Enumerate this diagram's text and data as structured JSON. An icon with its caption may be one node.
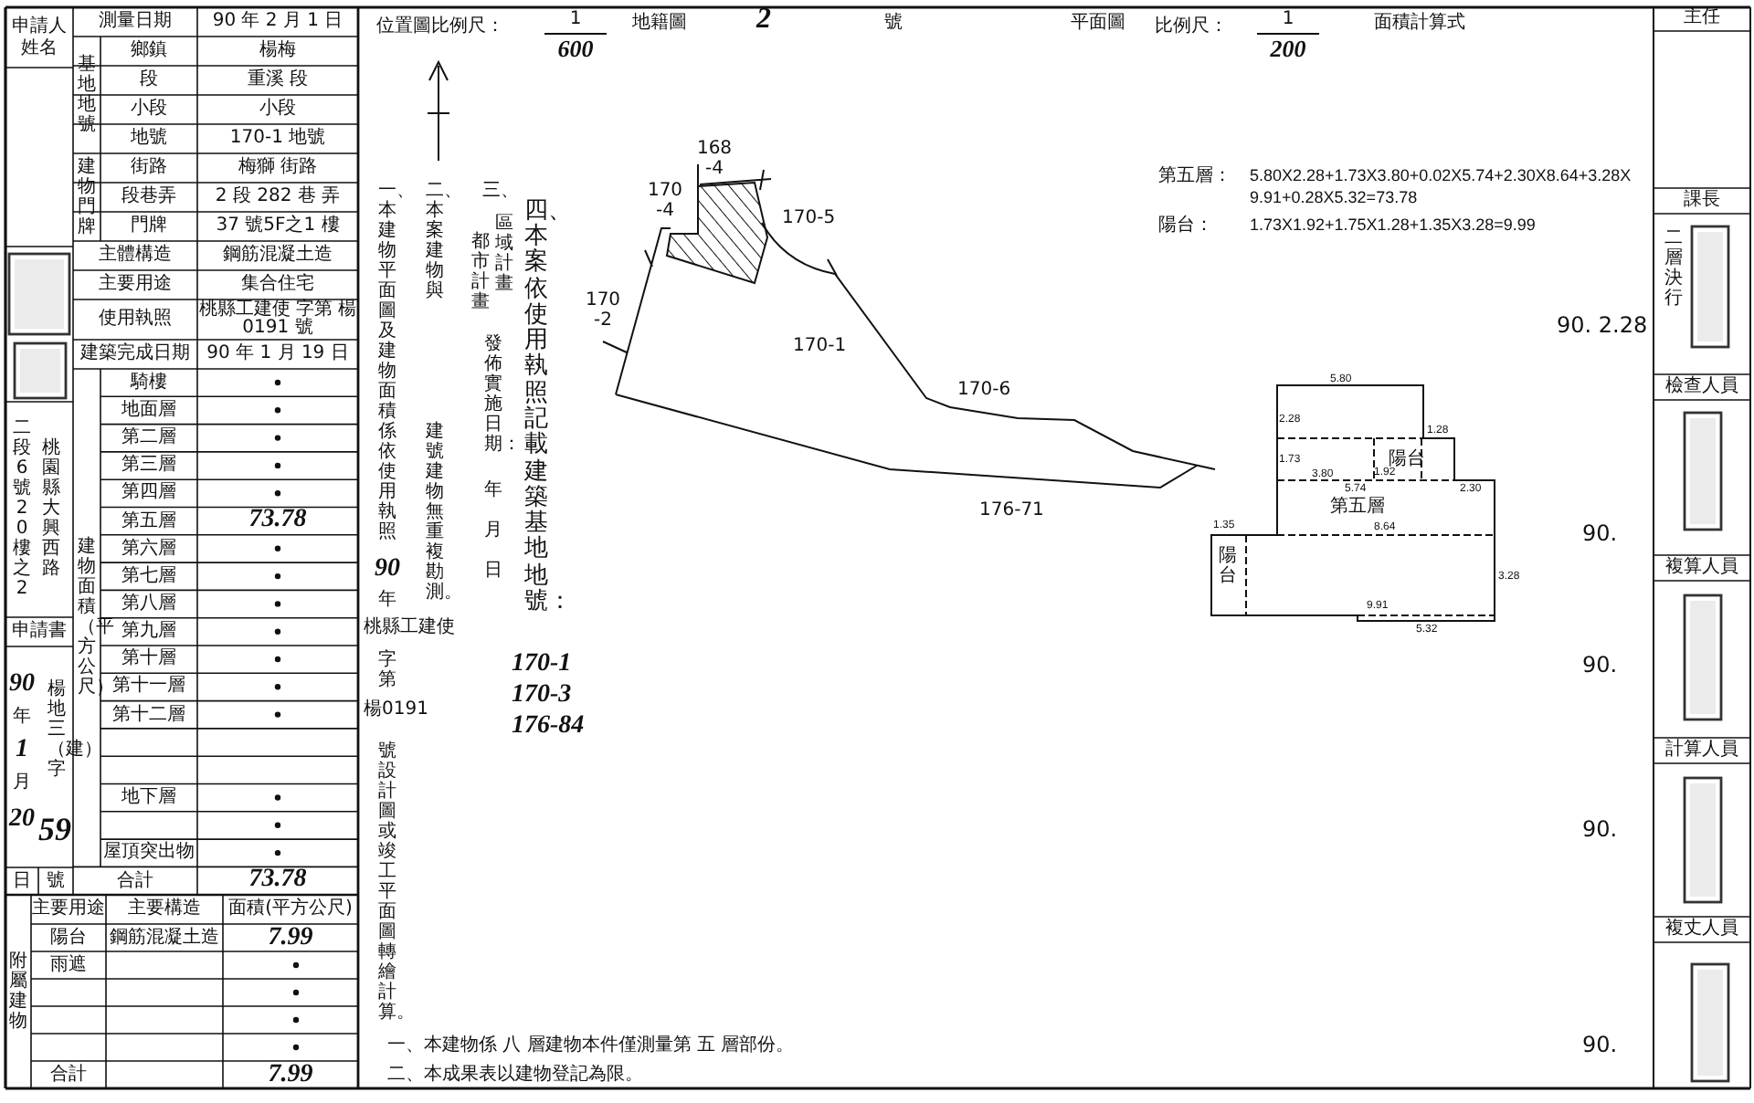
{
  "diagram": {
    "labels": [
      "申請人姓名",
      "測量日期",
      "90 年 2 月 1 日",
      "基地地號",
      "鄉鎮",
      "楊梅",
      "段",
      "重溪 段",
      "小段",
      "小段",
      "地號",
      "170-1 地號",
      "建物門牌",
      "街路",
      "梅獅 街路",
      "段巷弄",
      "2 段 282 巷 弄",
      "門牌",
      "37 號5F之1 樓",
      "主體構造",
      "鋼筋混凝土造",
      "主要用途",
      "集合住宅",
      "使用執照",
      "桃縣工建使 字第 楊0191 號",
      "建築完成日期",
      "90 年 1 月 19 日",
      "建物面積（平方公尺）",
      "騎樓",
      "地面層",
      "第二層",
      "第三層",
      "第四層",
      "第五層",
      "73.78",
      "第六層",
      "第七層",
      "第八層",
      "第九層",
      "第十層",
      "第十一層",
      "第十二層",
      "地下層",
      "屋頂突出物",
      "合計",
      "73.78",
      "二段6號20樓之2",
      "桃園縣大興西路",
      "申請書",
      "90",
      "年",
      "1",
      "月",
      "20",
      "楊地三（建）字",
      "59",
      "日",
      "號",
      "附屬建物",
      "主要用途",
      "主要構造",
      "面積(平方公尺)",
      "陽台",
      "鋼筋混凝土造",
      "7.99",
      "雨遮",
      "合計",
      "7.99",
      "位置圖比例尺：",
      "1",
      "600",
      "地籍圖",
      "2",
      "號",
      "一、本建物平面圖及建物面積係依使用執照",
      "90",
      "年",
      "桃縣工建使",
      "字第",
      "楊0191",
      "號設計圖或竣工平面圖轉繪計算。",
      "二、本案建物與",
      "建號建物無重複勘測。",
      "三、",
      "都市計畫",
      "區域計畫",
      "發佈實施日期：",
      "年",
      "月",
      "日",
      "四、本案依使用執照記載建築基地地號：",
      "170-1",
      "170-3",
      "176-84",
      "168 -4",
      "170 -4",
      "170-5",
      "170 -2",
      "170-1",
      "170-6",
      "176-71",
      "平面圖",
      "比例尺：",
      "1",
      "200",
      "面積計算式",
      "第五層：",
      "5.80X2.28+1.73X3.80+0.02X5.74+2.30X8.64+3.28X9.91+0.28X5.32=73.78",
      "陽台：",
      "1.73X1.92+1.75X1.28+1.35X3.28=9.99",
      "陽台",
      "第五層",
      "陽台",
      "5.80",
      "2.28",
      "1.28",
      "1.73",
      "3.80",
      "1.92",
      "5.74",
      "2.30",
      "8.64",
      "3.28",
      "9.91",
      "5.32",
      "1.35",
      "一、本建物係 八 層建物本件僅測量第 五 層部份。",
      "二、本成果表以建物登記為限。",
      "主任",
      "課長",
      "二層決行",
      "檢查人員",
      "複算人員",
      "計算人員",
      "複丈人員",
      "90. 2.28",
      "90.",
      "90.",
      "90.",
      "90."
    ]
  }
}
